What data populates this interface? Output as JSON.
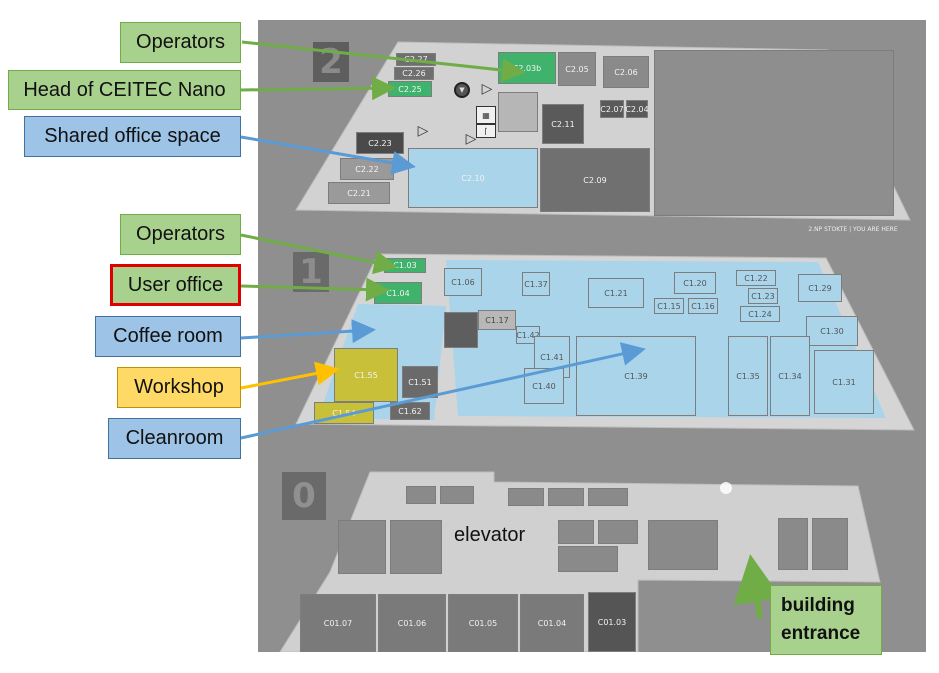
{
  "callouts": {
    "operators_top": "Operators",
    "head": "Head of CEITEC Nano",
    "shared_office": "Shared office space",
    "operators_1": "Operators",
    "user_office": "User office",
    "coffee_room": "Coffee room",
    "workshop": "Workshop",
    "cleanroom": "Cleanroom",
    "building_entrance": "building entrance",
    "elevator": "elevator"
  },
  "floors": {
    "floor2": {
      "number": "2",
      "rooms": {
        "c227": "C2.27",
        "c226": "C2.26",
        "c225": "C2.25",
        "c203b": "C2.03b",
        "c205": "C2.05",
        "c206": "C2.06",
        "c211": "C2.11",
        "c207": "C2.07",
        "c204": "C2.04",
        "c223": "C2.23",
        "c222": "C2.22",
        "c221": "C2.21",
        "c210": "C2.10",
        "c209": "C2.09"
      },
      "you_are_here": "2.NP STOKTE | YOU ARE HERE"
    },
    "floor1": {
      "number": "1",
      "rooms": {
        "c103": "C1.03",
        "c104": "C1.04",
        "c106": "C1.06",
        "c155": "C1.55",
        "c154": "C1.54",
        "c151": "C1.51",
        "c162": "C1.62",
        "c117": "C1.17",
        "c142": "C1.42",
        "c141": "C1.41",
        "c140": "C1.40",
        "c139": "C1.39",
        "c121": "C1.21",
        "c120": "C1.20",
        "c115": "C1.15",
        "c116": "C1.16",
        "c122": "C1.22",
        "c123": "C1.23",
        "c124": "C1.24",
        "c129": "C1.29",
        "c130": "C1.30",
        "c131": "C1.31",
        "c134": "C1.34",
        "c135": "C1.35",
        "c137": "C1.37"
      }
    },
    "floor0": {
      "number": "0",
      "rooms": {
        "c0107": "C01.07",
        "c0106": "C01.06",
        "c0105": "C01.05",
        "c0104": "C01.04",
        "c0103": "C01.03"
      }
    }
  },
  "colors": {
    "operators": "#3fb36b",
    "shared": "#a9d4ea",
    "workshop": "#c9c03a",
    "callout_green": "#a9d18e",
    "callout_blue": "#9dc3e6",
    "callout_yellow": "#ffd966",
    "callout_red_border": "#e00000",
    "arrow_green": "#70ad47",
    "arrow_blue": "#5b9bd5",
    "arrow_yellow": "#ffc000"
  }
}
